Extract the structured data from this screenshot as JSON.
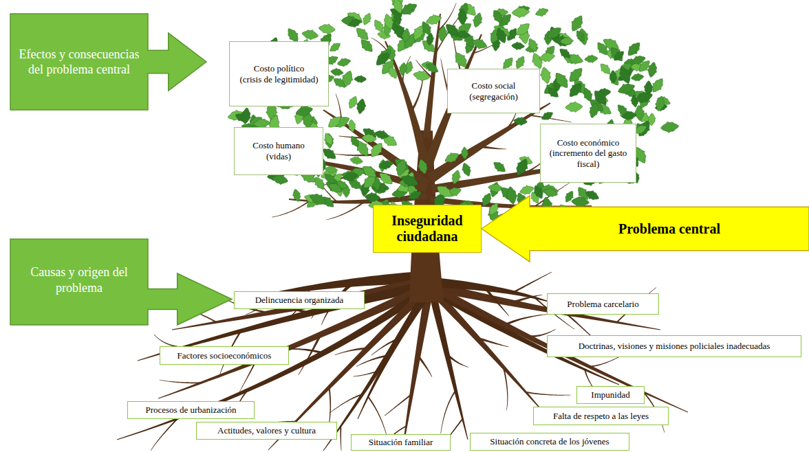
{
  "diagram": {
    "nodes": [
      {
        "text": [
          "Efectos y consecuencias del problema central"
        ]
      },
      {
        "text": [
          "Costo político",
          "(crisis de legitimidad)"
        ]
      },
      {
        "text": [
          "Costo social",
          "(segregación)"
        ]
      },
      {
        "text": [
          "Costo humano",
          "(vidas)"
        ]
      },
      {
        "text": [
          "Costo económico",
          "(incremento del gasto fiscal)"
        ]
      },
      {
        "text": [
          "Inseguridad ciudadana"
        ]
      },
      {
        "text": [
          "Problema central"
        ]
      },
      {
        "text": [
          "Causas y origen del problema"
        ]
      },
      {
        "text": [
          "Delincuencia organizada"
        ]
      },
      {
        "text": [
          "Problema carcelario"
        ]
      },
      {
        "text": [
          "Doctrinas, visiones y misiones policiales inadecuadas"
        ]
      },
      {
        "text": [
          "Factores socioeconómicos"
        ]
      },
      {
        "text": [
          "Impunidad"
        ]
      },
      {
        "text": [
          "Procesos de urbanización"
        ]
      },
      {
        "text": [
          "Falta de respeto a las leyes"
        ]
      },
      {
        "text": [
          "Actitudes, valores y cultura"
        ]
      },
      {
        "text": [
          "Situación familiar"
        ]
      },
      {
        "text": [
          "Situación concreta de los jóvenes"
        ]
      }
    ]
  }
}
